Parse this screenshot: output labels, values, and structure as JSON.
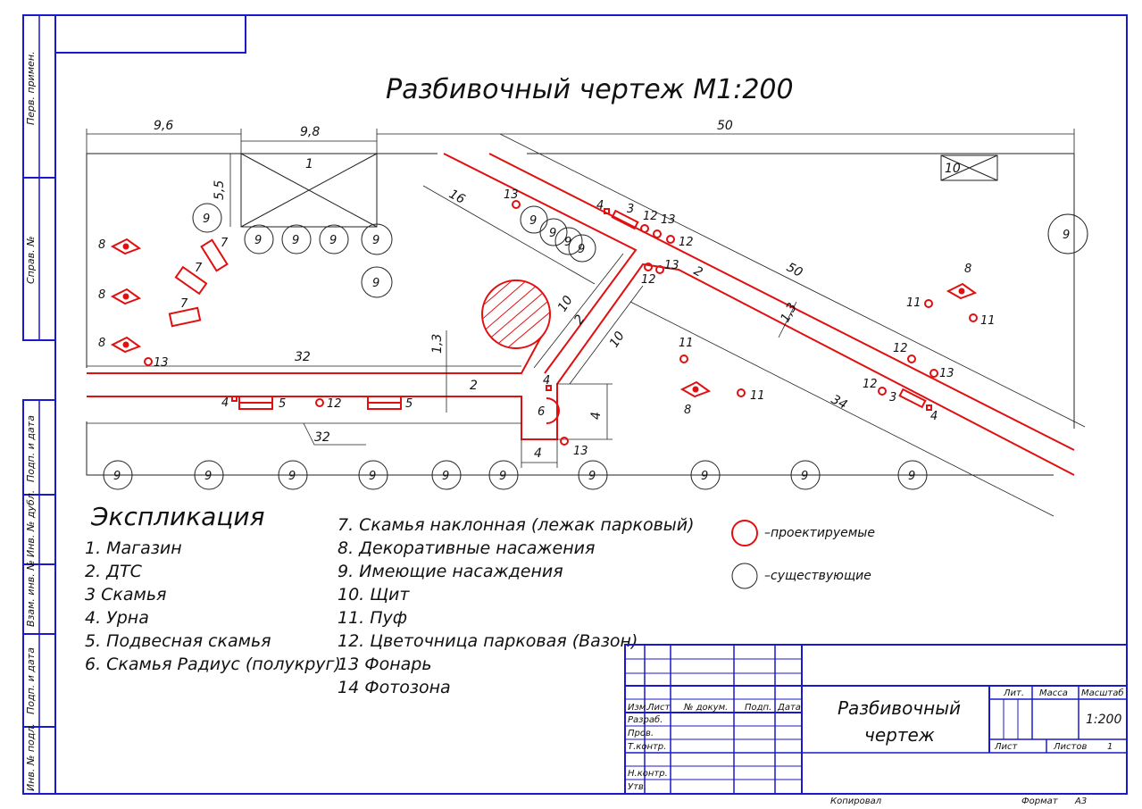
{
  "title": "Разбивочный чертеж М1:200",
  "dimensions": {
    "d_9_6": "9,6",
    "d_9_8": "9,8",
    "d_50_top": "50",
    "d_5_5": "5,5",
    "d_16": "16",
    "d_50_diag": "50",
    "d_1_3_diag": "1,3",
    "d_10_a": "10",
    "d_10_b": "10",
    "d_32_top": "32",
    "d_1_3_left": "1,3",
    "d_2_left": "2",
    "d_32_bottom": "32",
    "d_4_v": "4",
    "d_4_h": "4",
    "d_34": "34",
    "d_2_diag_a": "2",
    "d_2_diag_b": "2"
  },
  "labels": {
    "n1": "1",
    "n3": "3",
    "n4": "4",
    "n5": "5",
    "n6": "6",
    "n7": "7",
    "n8": "8",
    "n9": "9",
    "n10": "10",
    "n11": "11",
    "n12": "12",
    "n13": "13"
  },
  "legend": {
    "heading": "Экспликация",
    "items": [
      "1. Магазин",
      "2. ДТС",
      "3 Скамья",
      "4. Урна",
      "5. Подвесная скамья",
      "6. Скамья Радиус (полукруг)",
      "7. Скамья наклонная (лежак парковый)",
      "8. Декоративные насажения",
      "9. Имеющие насаждения",
      "10. Щит",
      "11. Пуф",
      "12. Цветочница парковая (Вазон)",
      "13 Фонарь",
      "14 Фотозона"
    ],
    "proposed": "–проектируемые",
    "existing": "–существующие"
  },
  "side_labels": [
    "Перв. примен.",
    "Справ. №",
    "Подп. и дата",
    "Инв. № дубл.",
    "Взам. инв. №",
    "Подп. и дата",
    "Инв. № подл."
  ],
  "stamp": {
    "cols": [
      "Изм.",
      "Лист",
      "№ докум.",
      "Подп.",
      "Дата"
    ],
    "rows": [
      "Разраб.",
      "Пров.",
      "Т.контр.",
      "Н.контр.",
      "Утв."
    ],
    "name_line1": "Разбивочный",
    "name_line2": "чертеж",
    "lit": "Лит.",
    "mass": "Масса",
    "scale_head": "Масштаб",
    "scale": "1:200",
    "sheet": "Лист",
    "sheets": "Листов",
    "sheets_value": "1",
    "copied": "Копировал",
    "format": "Формат",
    "format_value": "А3"
  },
  "colors": {
    "frame": "#1a1acc",
    "proposed": "#e01010",
    "existing": "#222222"
  }
}
